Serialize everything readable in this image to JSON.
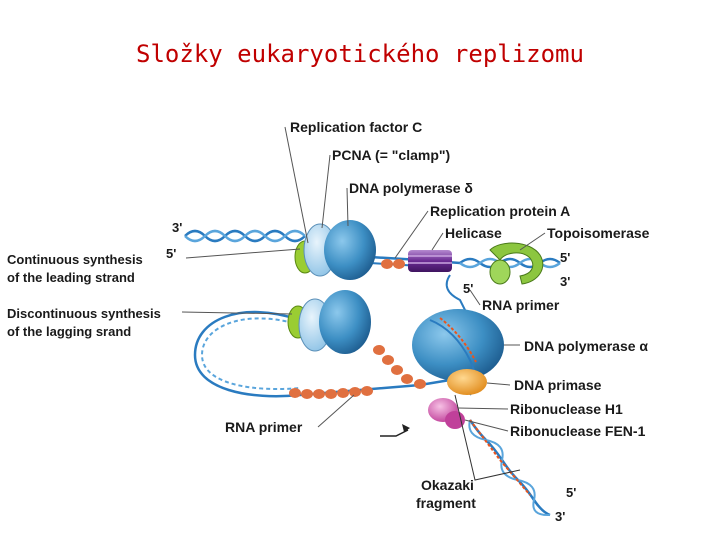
{
  "title": "Složky eukaryotického replizomu",
  "labels": {
    "replication_factor_c": "Replication factor C",
    "pcna": "PCNA (= \"clamp\")",
    "dna_polymerase_delta": "DNA polymerase δ",
    "replication_protein_a": "Replication protein A",
    "helicase": "Helicase",
    "topoisomerase": "Topoisomerase",
    "rna_primer_top": "RNA primer",
    "dna_polymerase_alpha": "DNA polymerase α",
    "dna_primase": "DNA primase",
    "ribonuclease_h1": "Ribonuclease H1",
    "ribonuclease_fen1": "Ribonuclease FEN-1",
    "rna_primer_bottom": "RNA primer",
    "okazaki_1": "Okazaki",
    "okazaki_2": "fragment"
  },
  "strands": {
    "continuous_1": "Continuous synthesis",
    "continuous_2": "of the leading strand",
    "discontinuous_1": "Discontinuous synthesis",
    "discontinuous_2": "of the lagging srand"
  },
  "ends": {
    "left_3": "3'",
    "left_5": "5'",
    "right_5": "5'",
    "right_3": "3'",
    "mid_5": "5'",
    "bottom_5": "5'",
    "bottom_3": "3'"
  },
  "colors": {
    "title": "#c00000",
    "dna_blue": "#2a7bc0",
    "polymerase": "#3d8fc4",
    "pcna": "#a9d3ee",
    "rfc": "#9acd32",
    "helicase": "#7b3fa0",
    "topoisomerase": "#8cc63f",
    "primase": "#f4a83a",
    "rnase": "#d86bb8",
    "rpa": "#e07040",
    "primer": "#e8541e"
  }
}
